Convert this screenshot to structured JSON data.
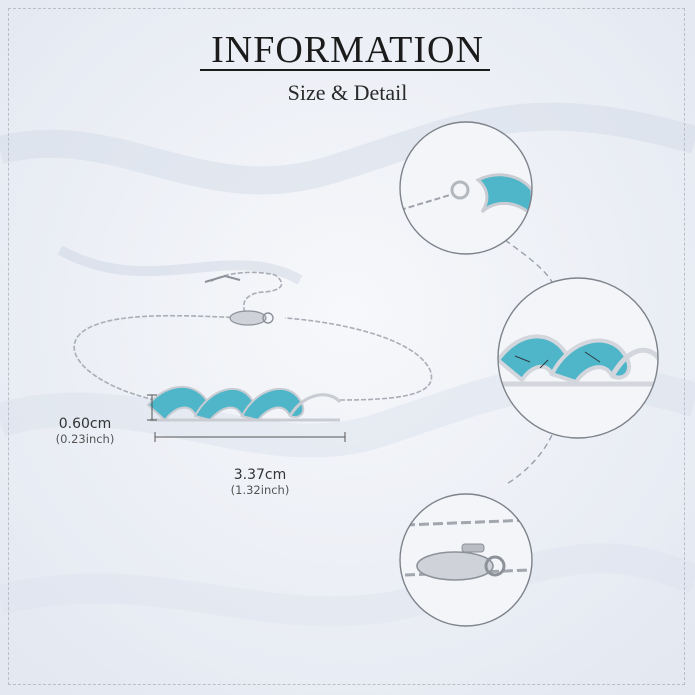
{
  "header": {
    "title": "INFORMATION",
    "subtitle": "Size & Detail"
  },
  "dimensions": {
    "height": {
      "metric": "0.60cm",
      "imperial": "(0.23inch)"
    },
    "length": {
      "metric": "3.37cm",
      "imperial": "(1.32inch)"
    }
  },
  "colors": {
    "turquoise": "#4fb6c9",
    "silver": "#c9ccd2",
    "text": "#1b1b1b"
  },
  "details": [
    {
      "icon": "chain-clasp-closeup-icon"
    },
    {
      "icon": "wave-charm-closeup-icon"
    },
    {
      "icon": "lobster-clasp-closeup-icon"
    }
  ]
}
